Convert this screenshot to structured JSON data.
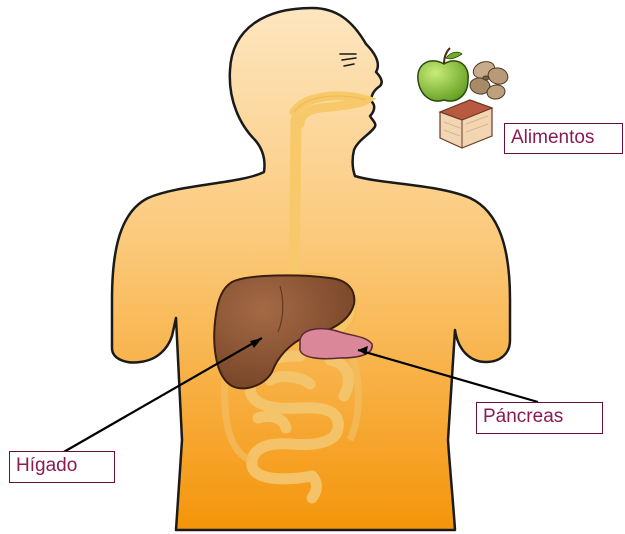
{
  "labels": {
    "foods": "Alimentos",
    "pancreas": "Páncreas",
    "liver": "Hígado"
  },
  "colors": {
    "body_top": "#fde1b4",
    "body_bottom": "#f49a0b",
    "outline": "#1a1a1a",
    "digestive_tract": "#f7c96a",
    "liver": "#8a5230",
    "pancreas": "#d27b8a",
    "label_text": "#8b1a52",
    "label_border": "#6b0f3a",
    "apple": "#8cc63f",
    "nuts": "#b79a7a",
    "bread_crust": "#a84a3a",
    "bread_crumb": "#f3dcc0"
  }
}
